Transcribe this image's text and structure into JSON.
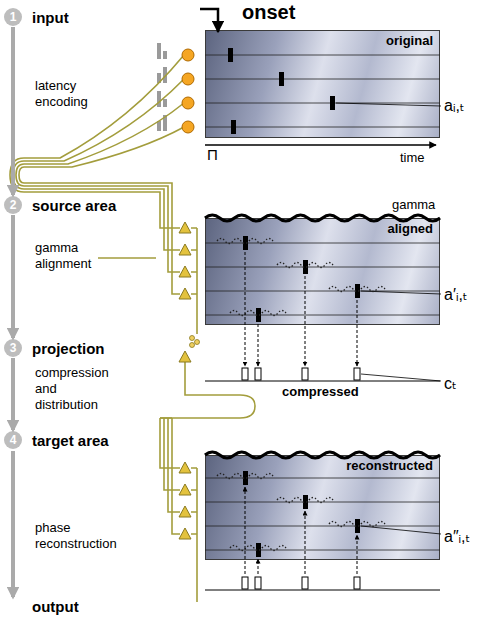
{
  "diagram": {
    "nodes": [
      {
        "text": [
          "1"
        ]
      },
      {
        "text": [
          "original"
        ]
      },
      {
        "text": [
          "2"
        ]
      },
      {
        "text": [
          "aligned"
        ]
      },
      {
        "text": [
          "3"
        ]
      },
      {
        "text": [
          "4"
        ]
      },
      {
        "text": [
          "reconstructed"
        ]
      }
    ],
    "edges": [
      {
        "from": 0,
        "to": 2,
        "arrow": "to",
        "label": "latency encoding"
      },
      {
        "from": 2,
        "to": 4,
        "arrow": "to",
        "label": "gamma alignment"
      },
      {
        "from": 4,
        "to": 5,
        "arrow": "to",
        "label": "compression and distribution"
      }
    ],
    "labels": [
      "onset",
      "input",
      "Π",
      "time",
      "aᵢ,ₜ",
      "source area",
      "gamma",
      "a′ᵢ,ₜ",
      "projection",
      "compressed",
      "cₜ",
      "target area",
      "a″ᵢ,ₜ",
      "phase reconstruction",
      "output"
    ]
  }
}
